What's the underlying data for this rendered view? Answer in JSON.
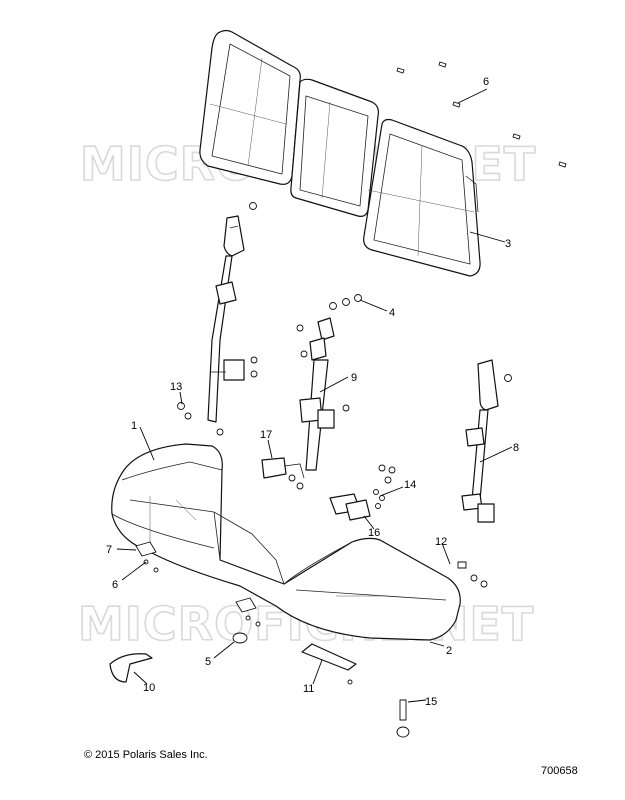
{
  "watermark": "MICROFICHE.NET",
  "copyright": "© 2015 Polaris Sales Inc.",
  "drawing_number": "700658",
  "callouts": [
    "1",
    "2",
    "3",
    "4",
    "5",
    "6",
    "6",
    "7",
    "8",
    "9",
    "10",
    "11",
    "12",
    "13",
    "14",
    "15",
    "16",
    "17"
  ]
}
